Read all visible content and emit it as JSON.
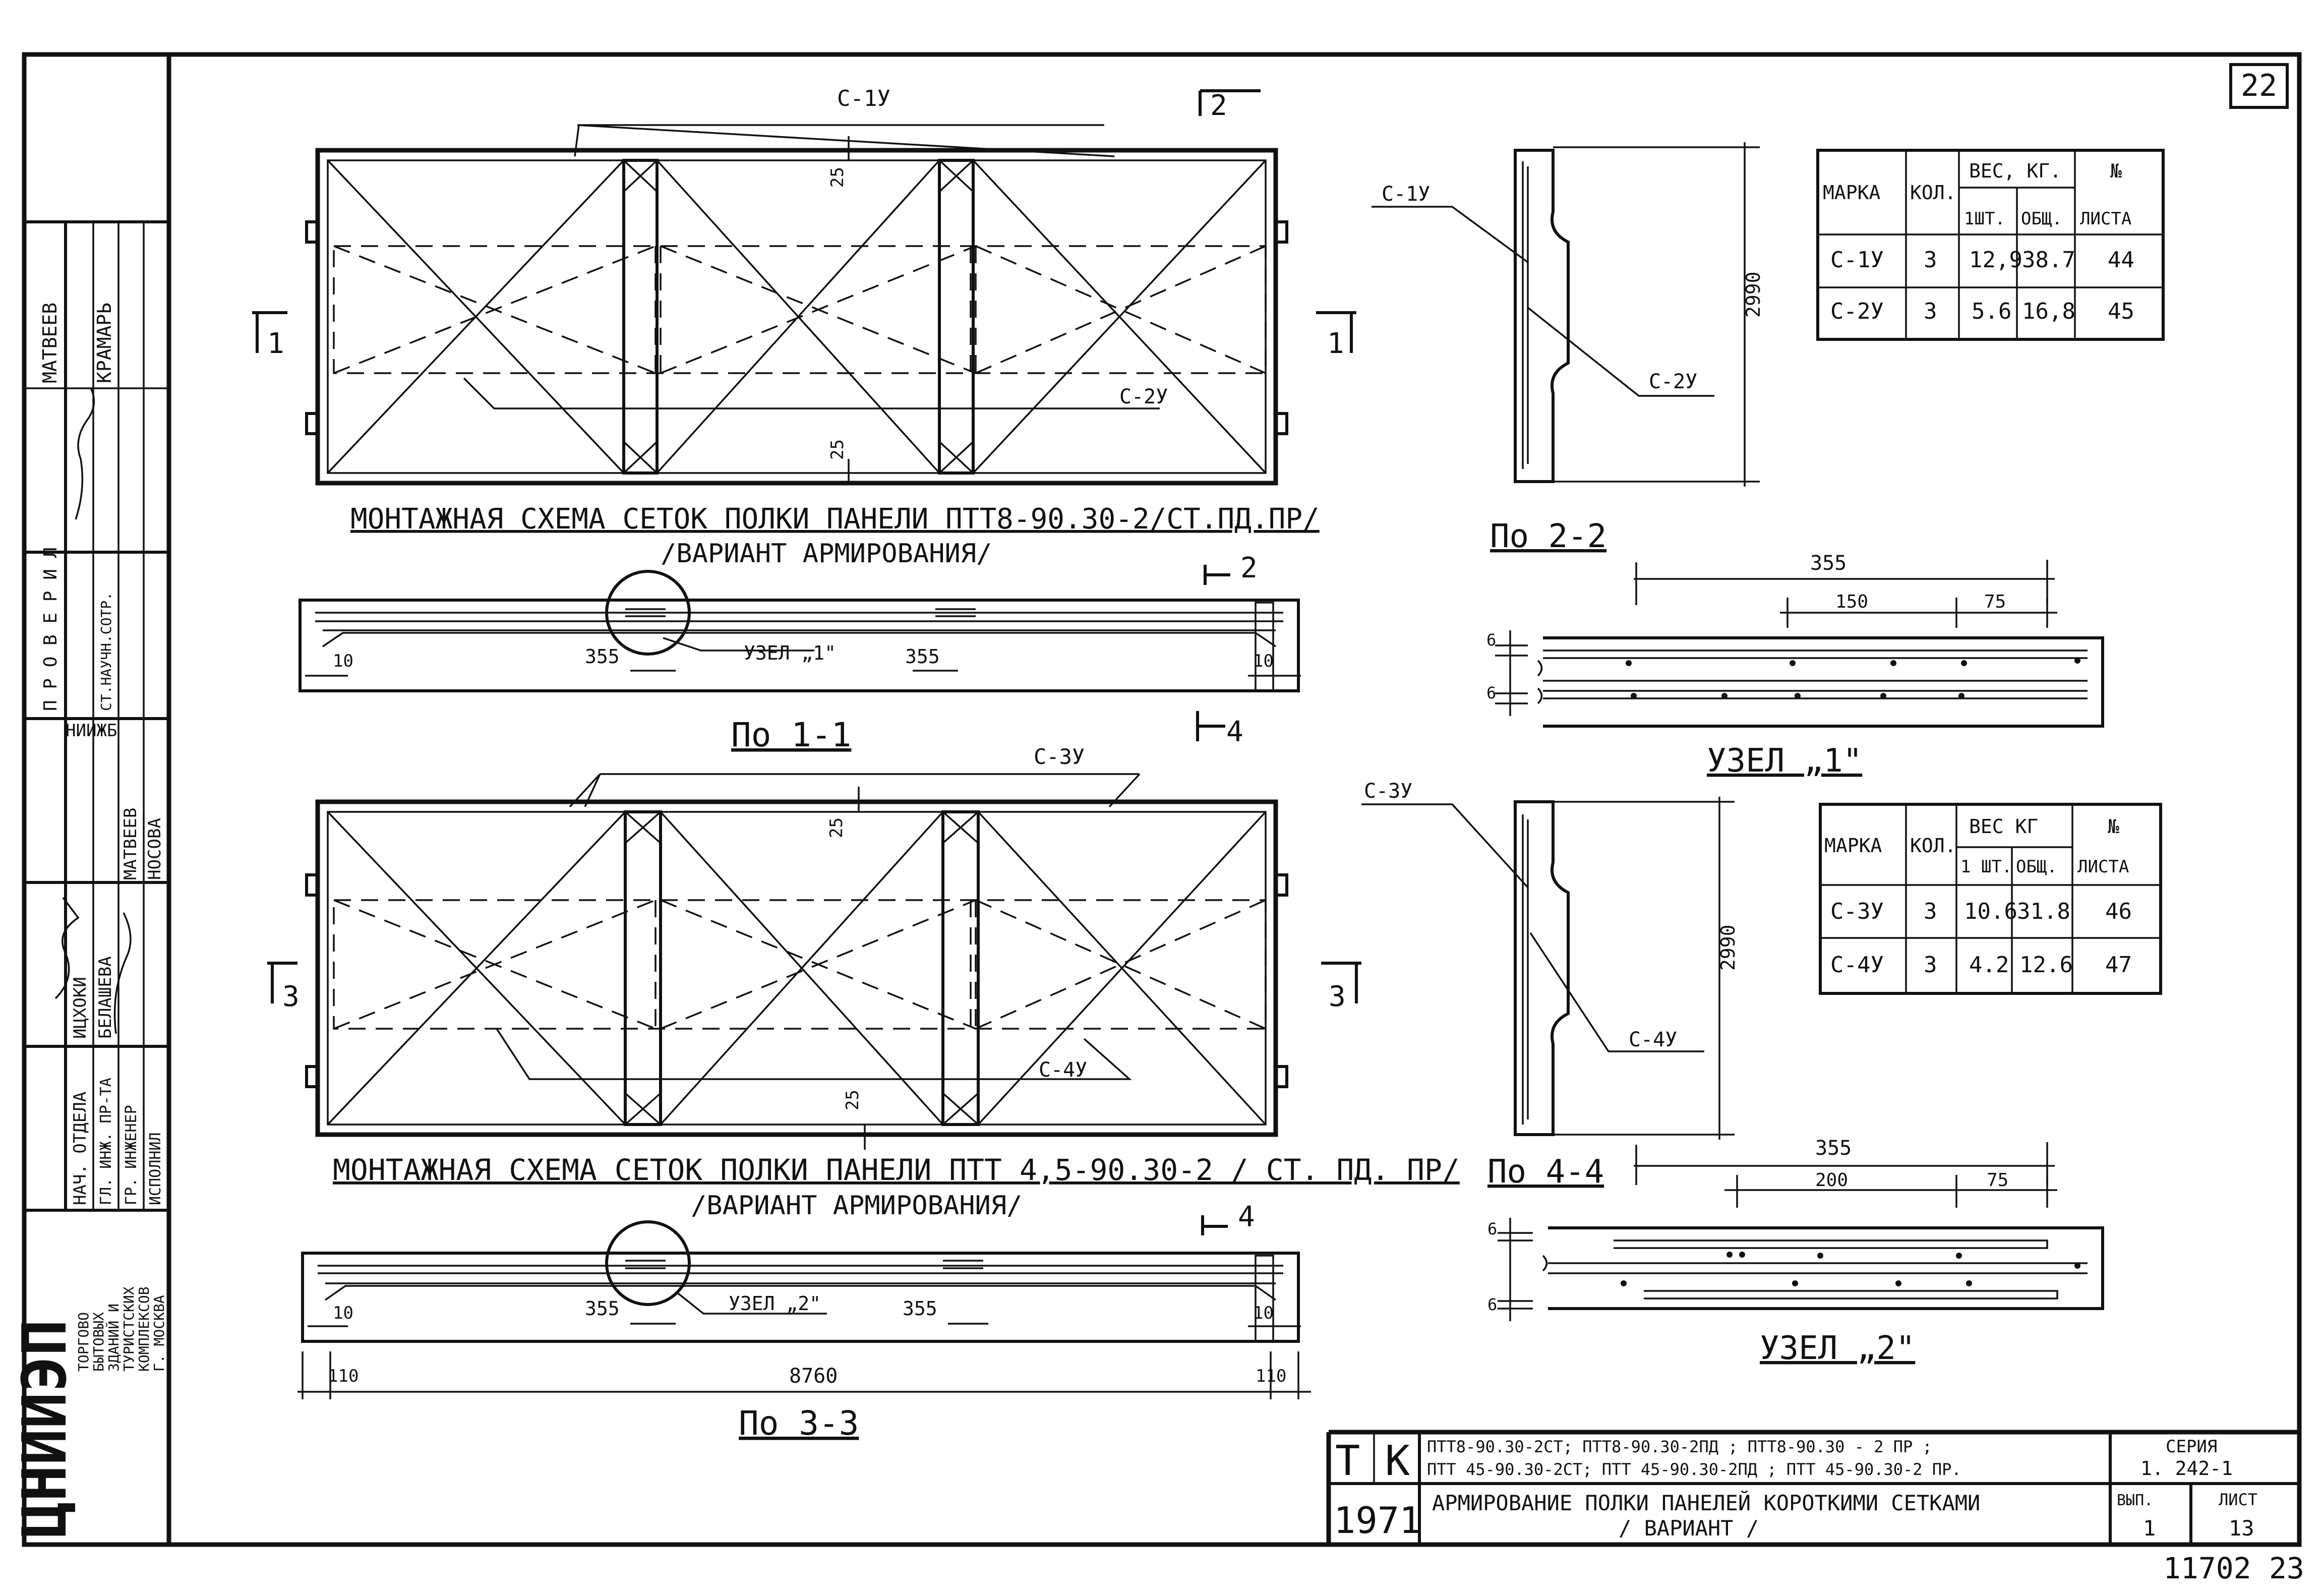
{
  "sheet_number": "22",
  "top": {
    "label_c1": "С-1У",
    "label_c2": "С-2У",
    "dim_25_top": "25",
    "dim_25_bot": "25",
    "cut_left": "1",
    "cut_right": "1",
    "cut_22": "2",
    "title": "МОНТАЖНАЯ СХЕМА СЕТОК ПОЛКИ ПАНЕЛИ ПТТ8-90.30-2/СТ.ПД.ПР/",
    "subtitle": "/ВАРИАНТ АРМИРОВАНИЯ/"
  },
  "sec11": {
    "cut": "2",
    "dim_10_left": "10",
    "dim_10_right": "10",
    "dim_355_a": "355",
    "dim_355_b": "355",
    "node": "УЗЕЛ „1\"",
    "title": "По 1-1"
  },
  "bottom": {
    "label_c3": "С-3У",
    "label_c4": "С-4У",
    "dim_25_top": "25",
    "dim_25_bot": "25",
    "cut_left": "3",
    "cut_right": "3",
    "cut_44": "4",
    "title": "МОНТАЖНАЯ СХЕМА СЕТОК ПОЛКИ ПАНЕЛИ ПТТ 4,5-90.30-2 / СТ. ПД. ПР/",
    "subtitle": "/ВАРИАНТ АРМИРОВАНИЯ/"
  },
  "sec33": {
    "cut": "4",
    "dim_10_left": "10",
    "dim_10_right": "10",
    "dim_355_a": "355",
    "dim_355_b": "355",
    "node": "УЗЕЛ „2\"",
    "dim_110_left": "110",
    "dim_110_right": "110",
    "dim_total": "8760",
    "title": "По 3-3"
  },
  "sec22": {
    "label_c1": "С-1У",
    "label_c2": "С-2У",
    "height": "2990",
    "title": "По 2-2"
  },
  "sec44": {
    "label_c3": "С-3У",
    "label_c4": "С-4У",
    "height": "2990",
    "title": "По 4-4"
  },
  "node1": {
    "dim_355": "355",
    "dim_150": "150",
    "dim_75": "75",
    "dim_6a": "6",
    "dim_6b": "6",
    "title": "УЗЕЛ „1\""
  },
  "node2": {
    "dim_355": "355",
    "dim_200": "200",
    "dim_75": "75",
    "dim_6a": "6",
    "dim_6b": "6",
    "title": "УЗЕЛ „2\""
  },
  "table1": {
    "headers": {
      "mark": "МАРКА",
      "qty": "КОЛ.",
      "weight": "ВЕС, КГ.",
      "one": "1ШТ.",
      "total": "ОБЩ.",
      "no": "№",
      "sheet": "ЛИСТА"
    },
    "rows": [
      {
        "mark": "С-1У",
        "qty": "3",
        "one": "12,9",
        "total": "38.7",
        "sheet": "44"
      },
      {
        "mark": "С-2У",
        "qty": "3",
        "one": "5.6",
        "total": "16,8",
        "sheet": "45"
      }
    ]
  },
  "table2": {
    "headers": {
      "mark": "МАРКА",
      "qty": "КОЛ.",
      "weight": "ВЕС КГ",
      "one": "1 ШТ.",
      "total": "ОБЩ.",
      "no": "№",
      "sheet": "ЛИСТА"
    },
    "rows": [
      {
        "mark": "С-3У",
        "qty": "3",
        "one": "10.6",
        "total": "31.8",
        "sheet": "46"
      },
      {
        "mark": "С-4У",
        "qty": "3",
        "one": "4.2",
        "total": "12.6",
        "sheet": "47"
      }
    ]
  },
  "stamp": {
    "org": "ЦНИИЭП",
    "org_lines": [
      "ТОРГОВО",
      "БЫТОВЫХ",
      "ЗДАНИЙ И",
      "ТУРИСТСКИХ",
      "КОМПЛЕКСОВ",
      "Г. МОСКВА"
    ],
    "roles": [
      "НАЧ. ОТДЕЛА",
      "ГЛ. ИНЖ. ПР-ТА",
      "ГР. ИНЖЕНЕР",
      "ИСПОЛНИЛ"
    ],
    "names": [
      "ИЦХОКИ",
      "БЕЛАШЕВА",
      "МАТВЕЕВ",
      "НОСОВА"
    ],
    "check_title": "П Р О В Е Р И Л",
    "check_role": "СТ.НАУЧН.СОТР.",
    "check_org": "НИИЖБ",
    "top_names": [
      "МАТВЕЕВ",
      "КРАМАРЬ"
    ]
  },
  "title_block": {
    "tk": "Т К",
    "year": "1971",
    "line1": "ПТТ8-90.30-2СТ; ПТТ8-90.30-2ПД ; ПТТ8-90.30 - 2 ПР ;",
    "line2": "ПТТ 45-90.30-2СТ; ПТТ 45-90.30-2ПД ; ПТТ 45-90.30-2 ПР.",
    "desc1": "АРМИРОВАНИЕ ПОЛКИ ПАНЕЛЕЙ КОРОТКИМИ СЕТКАМИ",
    "desc2": "/ ВАРИАНТ /",
    "series_label": "СЕРИЯ",
    "series": "1. 242-1",
    "vyp_label": "ВЫП.",
    "vyp": "1",
    "list_label": "ЛИСТ",
    "list": "13"
  },
  "footer": {
    "code": "11702",
    "page": "23"
  }
}
